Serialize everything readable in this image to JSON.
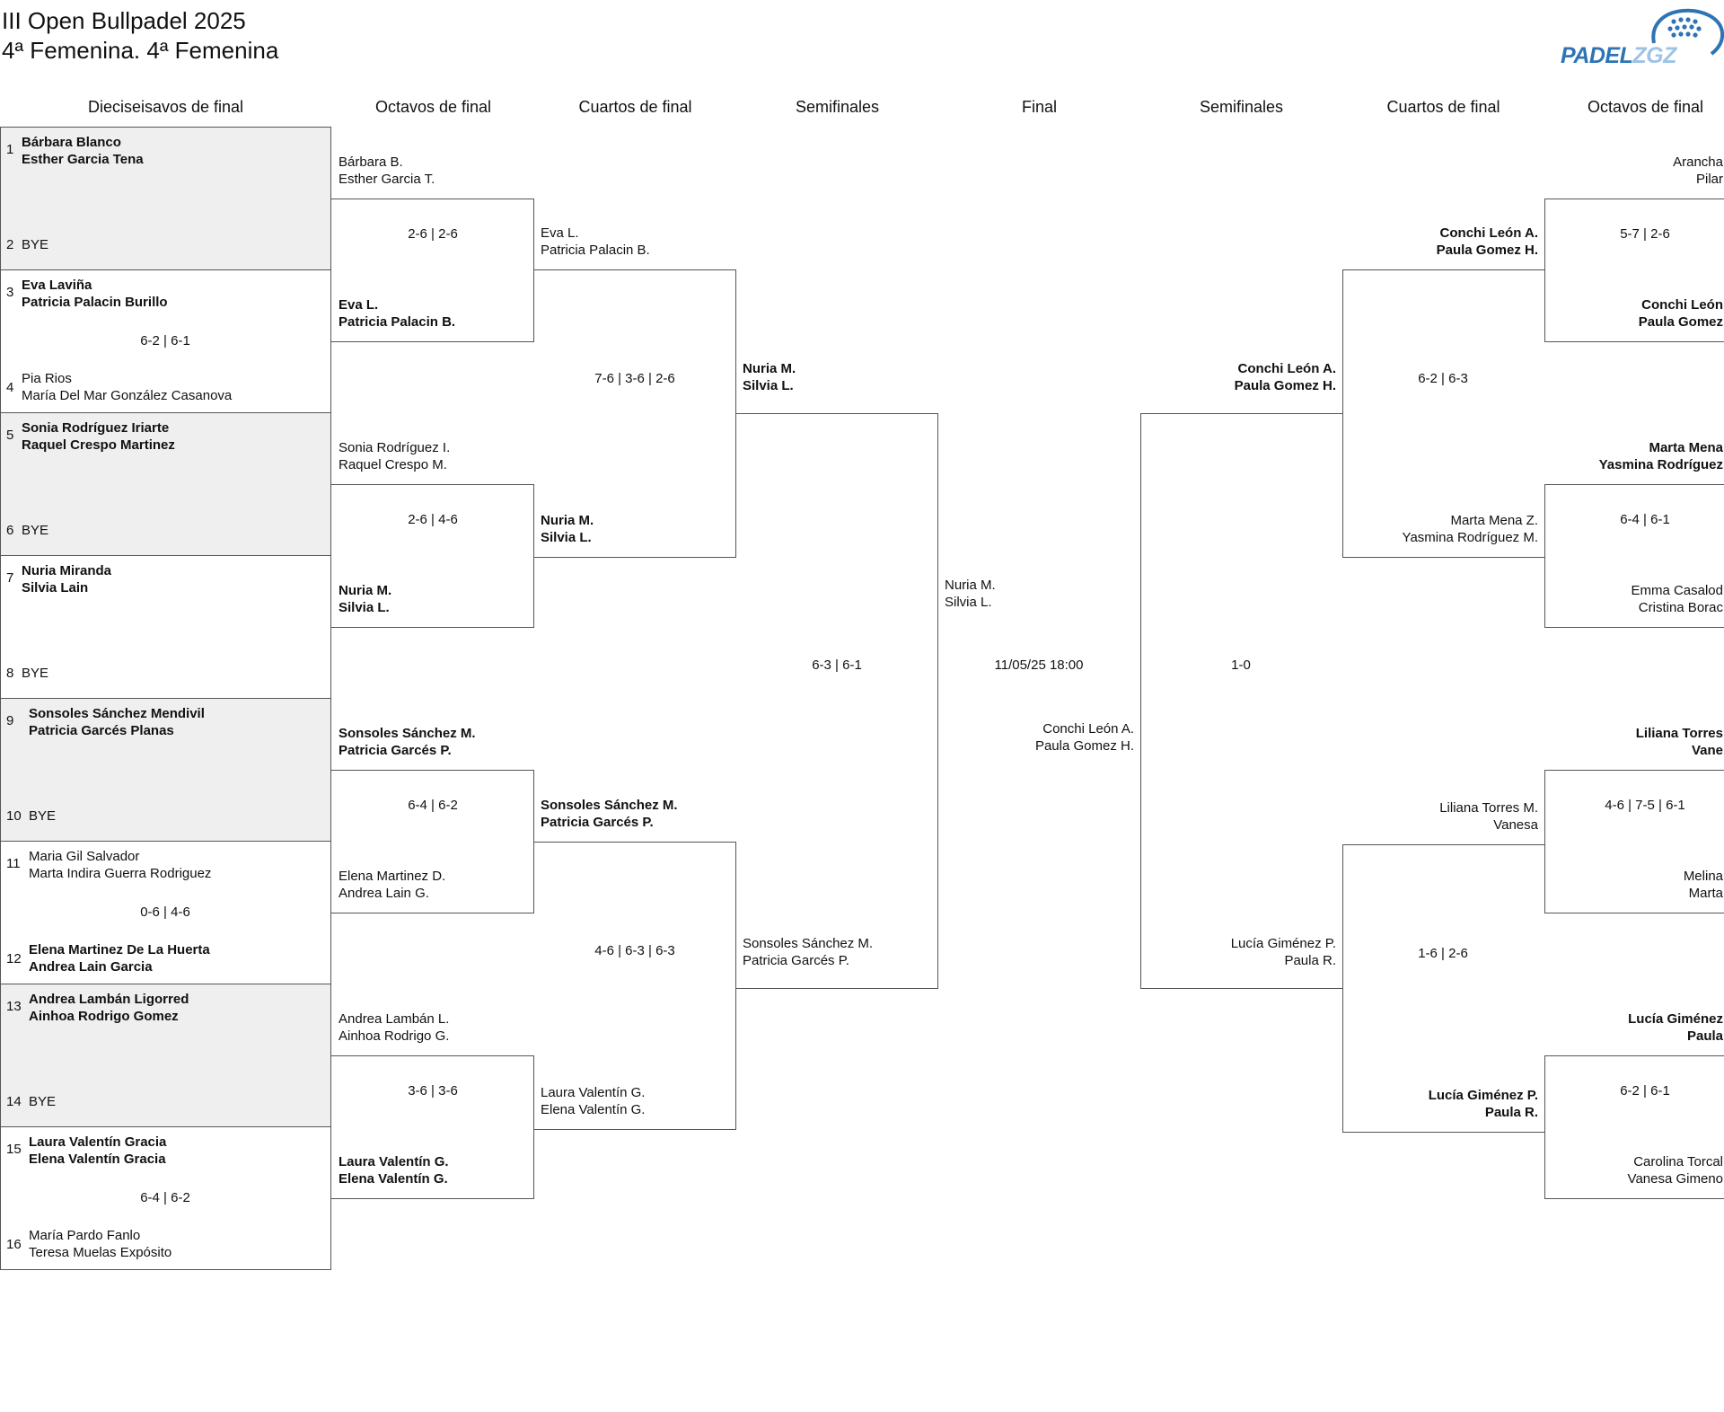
{
  "title": "III Open Bullpadel 2025",
  "subtitle": "4ª Femenina. 4ª Femenina",
  "logo": {
    "text_main": "PADEL",
    "text_accent": "ZGZ",
    "color": "#2e74b5"
  },
  "headers": {
    "r16": "Dieciseisavos de final",
    "r8_left": "Octavos de final",
    "qf_left": "Cuartos de final",
    "sf_left": "Semifinales",
    "final": "Final",
    "sf_right": "Semifinales",
    "qf_right": "Cuartos de final",
    "r8_right": "Octavos de final"
  },
  "round16": [
    {
      "seed_a": "1",
      "a1": "Bárbara Blanco",
      "a2": "Esther Garcia Tena",
      "a_bold": true,
      "seed_b": "2",
      "b1": "BYE",
      "b2": "",
      "b_bold": false,
      "score": "",
      "shaded": true
    },
    {
      "seed_a": "3",
      "a1": "Eva Laviña",
      "a2": "Patricia Palacin Burillo",
      "a_bold": true,
      "seed_b": "4",
      "b1": "Pia Rios",
      "b2": "María Del Mar González Casanova",
      "b_bold": false,
      "score": "6-2 | 6-1",
      "shaded": false
    },
    {
      "seed_a": "5",
      "a1": "Sonia Rodríguez Iriarte",
      "a2": "Raquel Crespo Martinez",
      "a_bold": true,
      "seed_b": "6",
      "b1": "BYE",
      "b2": "",
      "b_bold": false,
      "score": "",
      "shaded": true
    },
    {
      "seed_a": "7",
      "a1": "Nuria Miranda",
      "a2": "Silvia Lain",
      "a_bold": true,
      "seed_b": "8",
      "b1": "BYE",
      "b2": "",
      "b_bold": false,
      "score": "",
      "shaded": false
    },
    {
      "seed_a": "9",
      "a1": "Sonsoles Sánchez Mendivil",
      "a2": "Patricia Garcés Planas",
      "a_bold": true,
      "seed_b": "10",
      "b1": "BYE",
      "b2": "",
      "b_bold": false,
      "score": "",
      "shaded": true
    },
    {
      "seed_a": "11",
      "a1": "Maria Gil Salvador",
      "a2": "Marta Indira Guerra Rodriguez",
      "a_bold": false,
      "seed_b": "12",
      "b1": "Elena Martinez De La Huerta",
      "b2": "Andrea Lain Garcia",
      "b_bold": true,
      "score": "0-6 | 4-6",
      "shaded": false
    },
    {
      "seed_a": "13",
      "a1": "Andrea Lambán Ligorred",
      "a2": "Ainhoa Rodrigo Gomez",
      "a_bold": true,
      "seed_b": "14",
      "b1": "BYE",
      "b2": "",
      "b_bold": false,
      "score": "",
      "shaded": true
    },
    {
      "seed_a": "15",
      "a1": "Laura Valentín Gracia",
      "a2": "Elena Valentín Gracia",
      "a_bold": true,
      "seed_b": "16",
      "b1": "María Pardo Fanlo",
      "b2": "Teresa Muelas Expósito",
      "b_bold": false,
      "score": "6-4 | 6-2",
      "shaded": false
    }
  ],
  "left_r8": [
    {
      "a1": "Bárbara B.",
      "a2": "Esther Garcia T.",
      "a_bold": false,
      "b1": "Eva L.",
      "b2": "Patricia Palacin B.",
      "b_bold": true,
      "score": "2-6 | 2-6"
    },
    {
      "a1": "Sonia Rodríguez I.",
      "a2": "Raquel Crespo M.",
      "a_bold": false,
      "b1": "Nuria M.",
      "b2": "Silvia L.",
      "b_bold": true,
      "score": "2-6 | 4-6"
    },
    {
      "a1": "Sonsoles Sánchez M.",
      "a2": "Patricia Garcés P.",
      "a_bold": true,
      "b1": "Elena Martinez D.",
      "b2": "Andrea Lain G.",
      "b_bold": false,
      "score": "6-4 | 6-2"
    },
    {
      "a1": "Andrea Lambán L.",
      "a2": "Ainhoa Rodrigo G.",
      "a_bold": false,
      "b1": "Laura Valentín G.",
      "b2": "Elena Valentín G.",
      "b_bold": true,
      "score": "3-6 | 3-6"
    }
  ],
  "left_qf": [
    {
      "a1": "Eva L.",
      "a2": "Patricia Palacin B.",
      "a_bold": false,
      "b1": "Nuria M.",
      "b2": "Silvia L.",
      "b_bold": true,
      "score": "7-6 | 3-6 | 2-6"
    },
    {
      "a1": "Sonsoles Sánchez M.",
      "a2": "Patricia Garcés P.",
      "a_bold": true,
      "b1": "Laura Valentín G.",
      "b2": "Elena Valentín G.",
      "b_bold": false,
      "score": "4-6 | 6-3 | 6-3"
    }
  ],
  "left_sf": {
    "a1": "Nuria M.",
    "a2": "Silvia L.",
    "a_bold": true,
    "b1": "Sonsoles Sánchez M.",
    "b2": "Patricia Garcés P.",
    "b_bold": false,
    "score": "6-3 | 6-1"
  },
  "final": {
    "a1": "Nuria M.",
    "a2": "Silvia L.",
    "b1": "Conchi León A.",
    "b2": "Paula Gomez H.",
    "date": "11/05/25 18:00"
  },
  "right_sf": {
    "a1": "Conchi León A.",
    "a2": "Paula Gomez H.",
    "a_bold": true,
    "b1": "Lucía Giménez P.",
    "b2": "Paula R.",
    "b_bold": false,
    "score": "1-0"
  },
  "right_qf": [
    {
      "a1": "Conchi León A.",
      "a2": "Paula Gomez H.",
      "a_bold": true,
      "b1": "Marta Mena Z.",
      "b2": "Yasmina Rodríguez M.",
      "b_bold": false,
      "score": "6-2 | 6-3"
    },
    {
      "a1": "Liliana Torres M.",
      "a2": "Vanesa",
      "a_bold": false,
      "b1": "Lucía Giménez P.",
      "b2": "Paula R.",
      "b_bold": true,
      "score": "1-6 | 2-6"
    }
  ],
  "right_r8": [
    {
      "a1": "Arancha",
      "a2": "Pilar",
      "a_bold": false,
      "b1": "Conchi León",
      "b2": "Paula Gomez",
      "b_bold": true,
      "score": "5-7 | 2-6"
    },
    {
      "a1": "Marta Mena",
      "a2": "Yasmina Rodríguez",
      "a_bold": true,
      "b1": "Emma Casalod",
      "b2": "Cristina Borac",
      "b_bold": false,
      "score": "6-4 | 6-1"
    },
    {
      "a1": "Liliana Torres",
      "a2": "Vane",
      "a_bold": true,
      "b1": "Melina",
      "b2": "Marta",
      "b_bold": false,
      "score": "4-6 | 7-5 | 6-1"
    },
    {
      "a1": "Lucía Giménez",
      "a2": "Paula",
      "a_bold": true,
      "b1": "Carolina Torcal",
      "b2": "Vanesa Gimeno",
      "b_bold": false,
      "score": "6-2 | 6-1"
    }
  ]
}
